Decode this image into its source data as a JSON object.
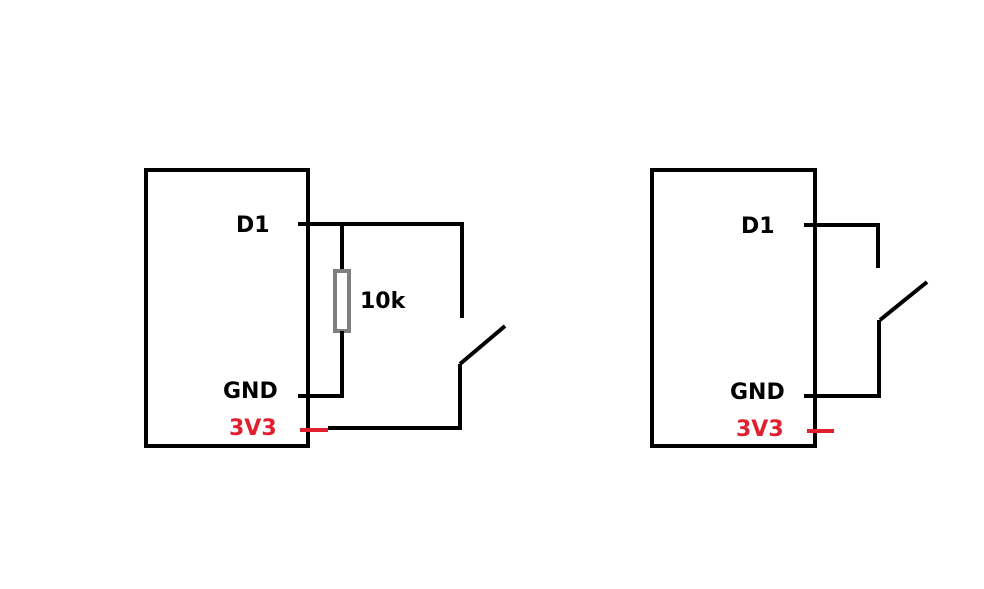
{
  "colors": {
    "wire": "#000000",
    "power": "#e0202e",
    "resistor": "#7f7f7f",
    "background": "#ffffff"
  },
  "left": {
    "d1_label": "D1",
    "gnd_label": "GND",
    "v33_label": "3V3",
    "resistor_label": "10k"
  },
  "right": {
    "d1_label": "D1",
    "gnd_label": "GND",
    "v33_label": "3V3"
  }
}
